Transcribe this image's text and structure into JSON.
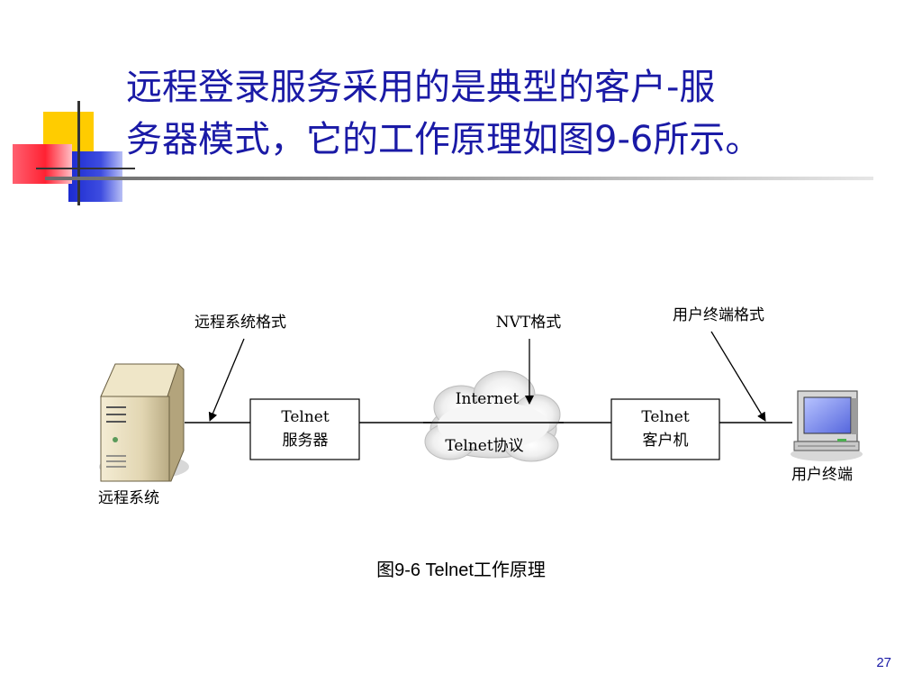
{
  "slide": {
    "title_lines": [
      "远程登录服务采用的是典型的客户-服",
      "务器模式，它的工作原理如图9-6所示。"
    ],
    "page_number": "27",
    "colors": {
      "title": "#1a1aa6",
      "deco_yellow": "#ffcc00",
      "deco_red": "#ff3344",
      "deco_blue": "#2233cc"
    }
  },
  "diagram": {
    "remote_format_label": "远程系统格式",
    "nvt_format_label": "NVT格式",
    "user_terminal_format_label": "用户终端格式",
    "server_box": {
      "line1": "Telnet",
      "line2": "服务器"
    },
    "client_box": {
      "line1": "Telnet",
      "line2": "客户机"
    },
    "cloud": {
      "line1": "Internet",
      "line2": "Telnet协议"
    },
    "remote_system_label": "远程系统",
    "user_terminal_label": "用户终端",
    "icons": {
      "remote_system": "server-tower-icon",
      "user_terminal": "computer-terminal-icon",
      "network": "cloud-icon"
    }
  },
  "caption": {
    "figure_number": "图9-6 Telnet",
    "figure_title": "工作原理"
  }
}
